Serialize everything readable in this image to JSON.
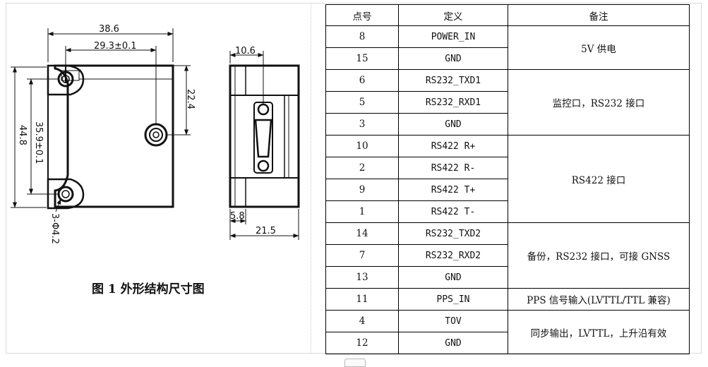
{
  "figure": {
    "caption": "图 1 外形结构尺寸图",
    "dims": {
      "overall_width": "38.6",
      "hole_spacing_width": "29.3±0.1",
      "connector_offset": "22.4",
      "overall_height": "44.8",
      "hole_spacing_height": "35.9±0.1",
      "holes": "3-Φ4.2",
      "side_top": "10.6",
      "side_flange": "5.8",
      "side_depth": "21.5"
    }
  },
  "table": {
    "headers": [
      "点号",
      "定义",
      "备注"
    ],
    "rows": [
      {
        "pin": "8",
        "def": "POWER_IN"
      },
      {
        "pin": "15",
        "def": "GND"
      },
      {
        "pin": "6",
        "def": "RS232_TXD1"
      },
      {
        "pin": "5",
        "def": "RS232_RXD1"
      },
      {
        "pin": "3",
        "def": "GND"
      },
      {
        "pin": "10",
        "def": "RS422 R+"
      },
      {
        "pin": "2",
        "def": "RS422 R-"
      },
      {
        "pin": "9",
        "def": "RS422 T+"
      },
      {
        "pin": "1",
        "def": "RS422 T-"
      },
      {
        "pin": "14",
        "def": "RS232_TXD2"
      },
      {
        "pin": "7",
        "def": "RS232_RXD2"
      },
      {
        "pin": "13",
        "def": "GND"
      },
      {
        "pin": "11",
        "def": "PPS_IN"
      },
      {
        "pin": "4",
        "def": "TOV"
      },
      {
        "pin": "12",
        "def": "GND"
      }
    ],
    "notes": [
      "5V 供电",
      "监控口，RS232 接口",
      "RS422 接口",
      "备份，RS232 接口，可接 GNSS",
      "PPS 信号输入(LVTTL/TTL 兼容)",
      "同步输出，LVTTL，上升沿有效"
    ]
  }
}
